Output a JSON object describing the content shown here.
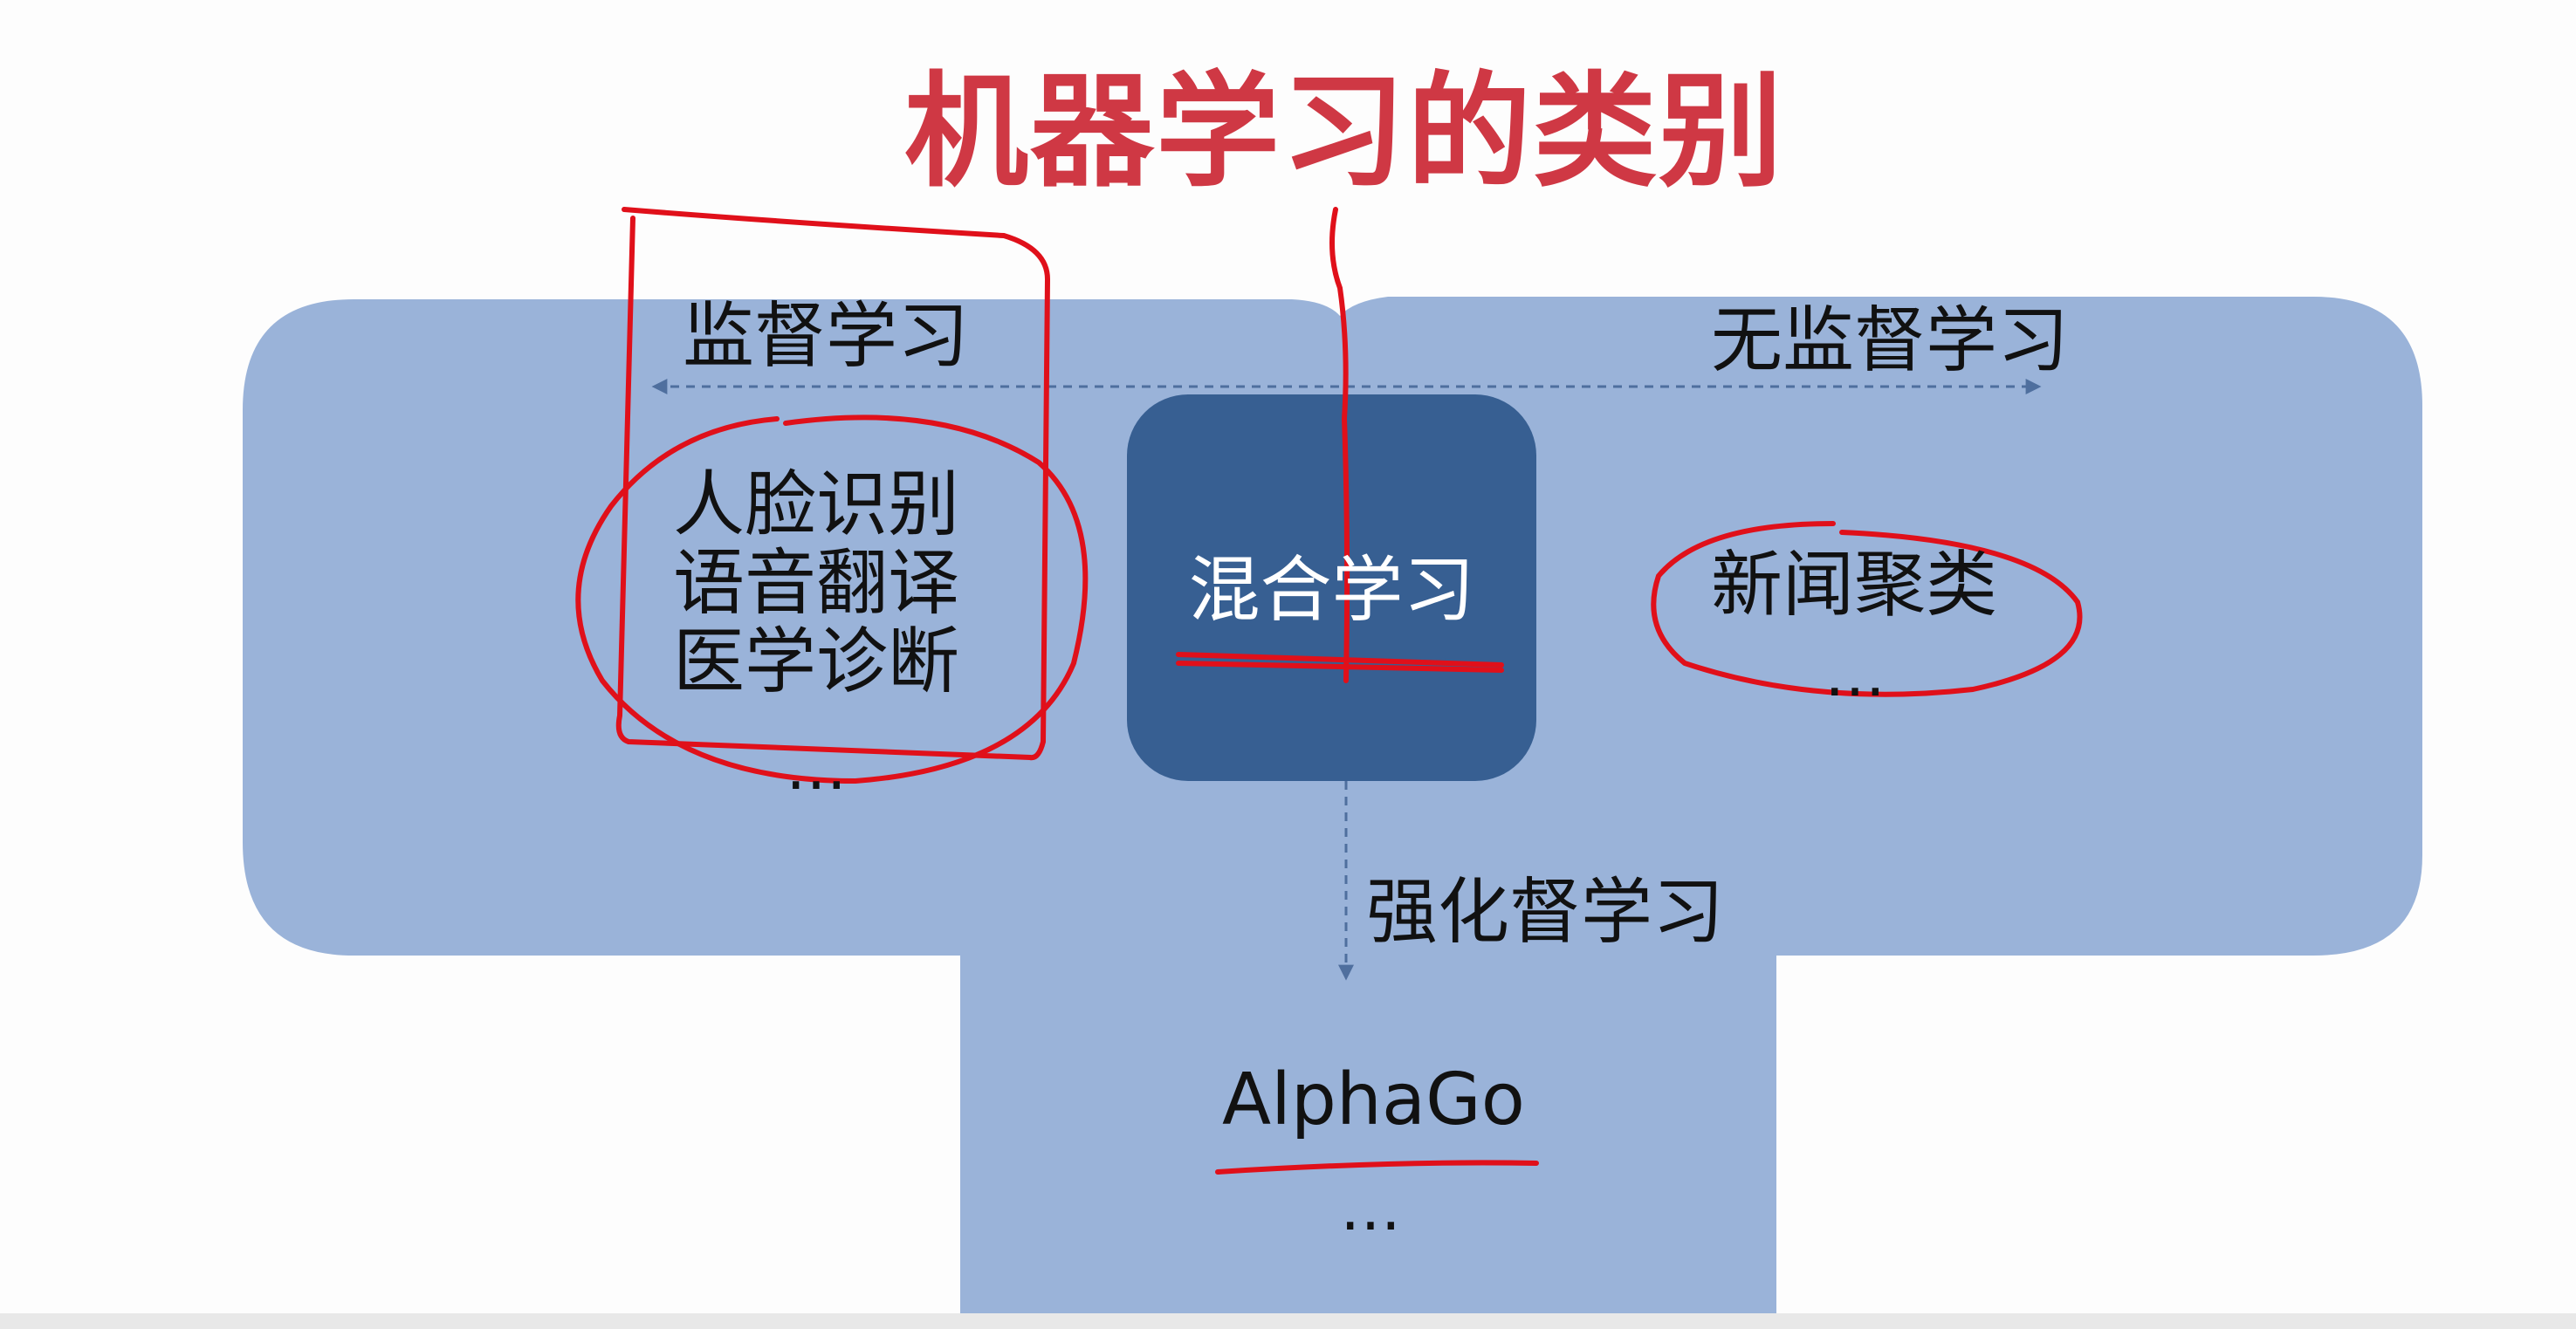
{
  "title": "机器学习的类别",
  "regions": {
    "supervised": "监督学习",
    "unsupervised": "无监督学习",
    "hybrid": "混合学习",
    "reinforcement": "强化督学习"
  },
  "supervised_examples": [
    "人脸识别",
    "语音翻译",
    "医学诊断",
    "…"
  ],
  "unsupervised_examples": [
    "新闻聚类",
    "…"
  ],
  "reinforcement_examples": [
    "AlphaGo",
    "…"
  ],
  "colors": {
    "title": "#cf3844",
    "region_fill": "#9ab3d9",
    "hybrid_fill": "#375f92",
    "arrow": "#4f6f9e",
    "annotation": "#e0101a"
  }
}
